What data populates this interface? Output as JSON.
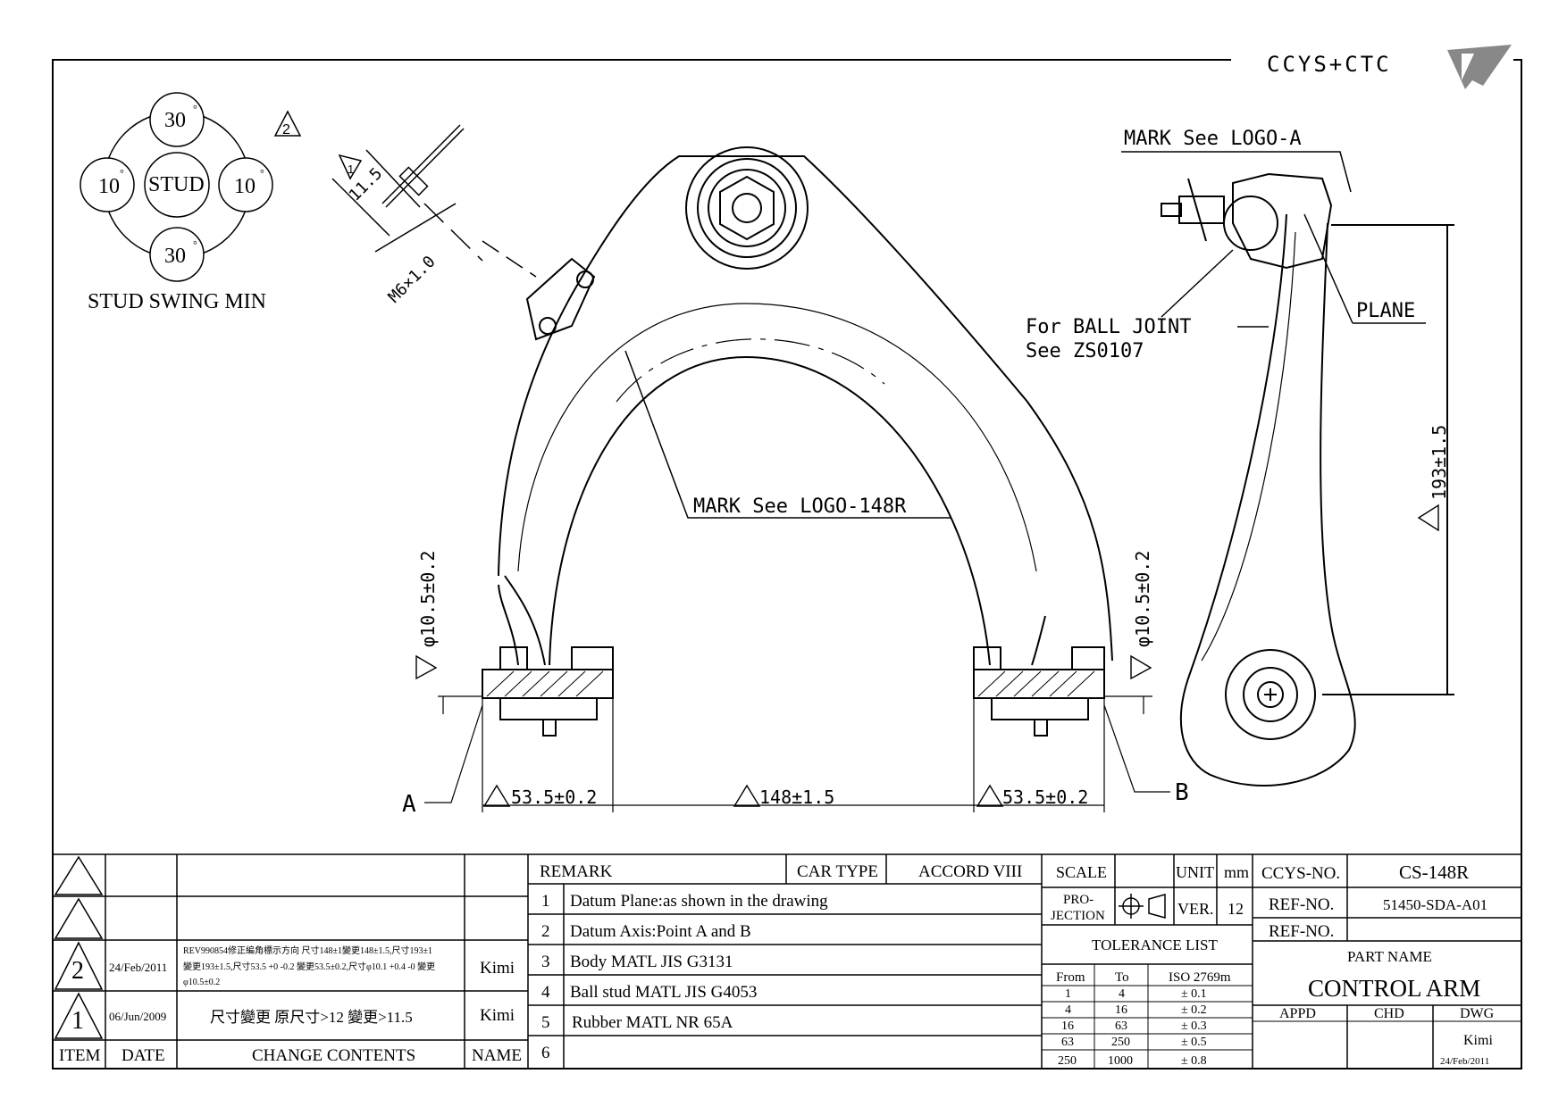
{
  "brand": {
    "logo_text": "CCYS+CTC"
  },
  "stud_swing": {
    "title": "STUD SWING MIN",
    "center": "STUD",
    "top": "30",
    "bottom": "30",
    "left": "10",
    "right": "10",
    "degree": "°",
    "rev_mark": "2"
  },
  "labels": {
    "mark_logo_a": "MARK See LOGO-A",
    "mark_logo_148r": "MARK See LOGO-148R",
    "ball_joint_1": "For BALL JOINT",
    "ball_joint_2": "See ZS0107",
    "plane": "PLANE",
    "point_a": "A",
    "point_b": "B"
  },
  "dimensions": {
    "stud_len": "11.5",
    "stud_len_rev": "1",
    "thread": "M6×1.0",
    "dia_left": "φ10.5±0.2",
    "dia_right": "φ10.5±0.2",
    "bottom_left": "53.5±0.2",
    "bottom_mid": "148±1.5",
    "bottom_right": "53.5±0.2",
    "height": "193±1.5",
    "rev_mark": "2"
  },
  "revisions": {
    "rows": [
      {
        "mark": "",
        "date": "",
        "contents": "",
        "name": ""
      },
      {
        "mark": "",
        "date": "",
        "contents": "",
        "name": ""
      },
      {
        "mark": "2",
        "date": "24/Feb/2011",
        "contents_1": "REV990854修正編角標示方向 尺寸148±1變更148±1.5,尺寸193±1",
        "contents_2": "變更193±1.5,尺寸53.5 +0 -0.2 變更53.5±0.2,尺寸φ10.1 +0.4 -0 變更",
        "contents_3": "φ10.5±0.2",
        "name": "Kimi"
      },
      {
        "mark": "1",
        "date": "06/Jun/2009",
        "contents": "尺寸變更 原尺寸>12 變更>11.5",
        "name": "Kimi"
      }
    ],
    "headers": {
      "item": "ITEM",
      "date": "DATE",
      "contents": "CHANGE CONTENTS",
      "name": "NAME"
    }
  },
  "remarks": {
    "title": "REMARK",
    "car_type_label": "CAR TYPE",
    "car_type": "ACCORD VIII",
    "items": [
      {
        "n": "1",
        "text": "Datum Plane:as shown in the drawing"
      },
      {
        "n": "2",
        "text": "Datum Axis:Point A and B"
      },
      {
        "n": "3",
        "text": "Body MATL JIS G3131"
      },
      {
        "n": "4",
        "text": "Ball stud MATL JIS G4053"
      },
      {
        "n": "5",
        "text": "Rubber MATL NR 65A"
      },
      {
        "n": "6",
        "text": ""
      }
    ]
  },
  "spec": {
    "scale_label": "SCALE",
    "scale": "",
    "unit_label": "UNIT",
    "unit": "mm",
    "projection_label_1": "PRO-",
    "projection_label_2": "JECTION",
    "ver_label": "VER.",
    "ver": "12",
    "tolerance_title": "TOLERANCE LIST",
    "tol_headers": [
      "From",
      "To",
      "ISO 2769m"
    ],
    "tol_rows": [
      [
        "1",
        "4",
        "± 0.1"
      ],
      [
        "4",
        "16",
        "± 0.2"
      ],
      [
        "16",
        "63",
        "± 0.3"
      ],
      [
        "63",
        "250",
        "± 0.5"
      ],
      [
        "250",
        "1000",
        "± 0.8"
      ]
    ]
  },
  "title_block": {
    "ccys_label": "CCYS-NO.",
    "ccys": "CS-148R",
    "ref_label": "REF-NO.",
    "ref": "51450-SDA-A01",
    "ref2_label": "REF-NO.",
    "ref2": "",
    "part_name_label": "PART NAME",
    "part_name": "CONTROL ARM",
    "appd": "APPD",
    "chd": "CHD",
    "dwg": "DWG",
    "drawn_by": "Kimi",
    "drawn_date": "24/Feb/2011"
  }
}
